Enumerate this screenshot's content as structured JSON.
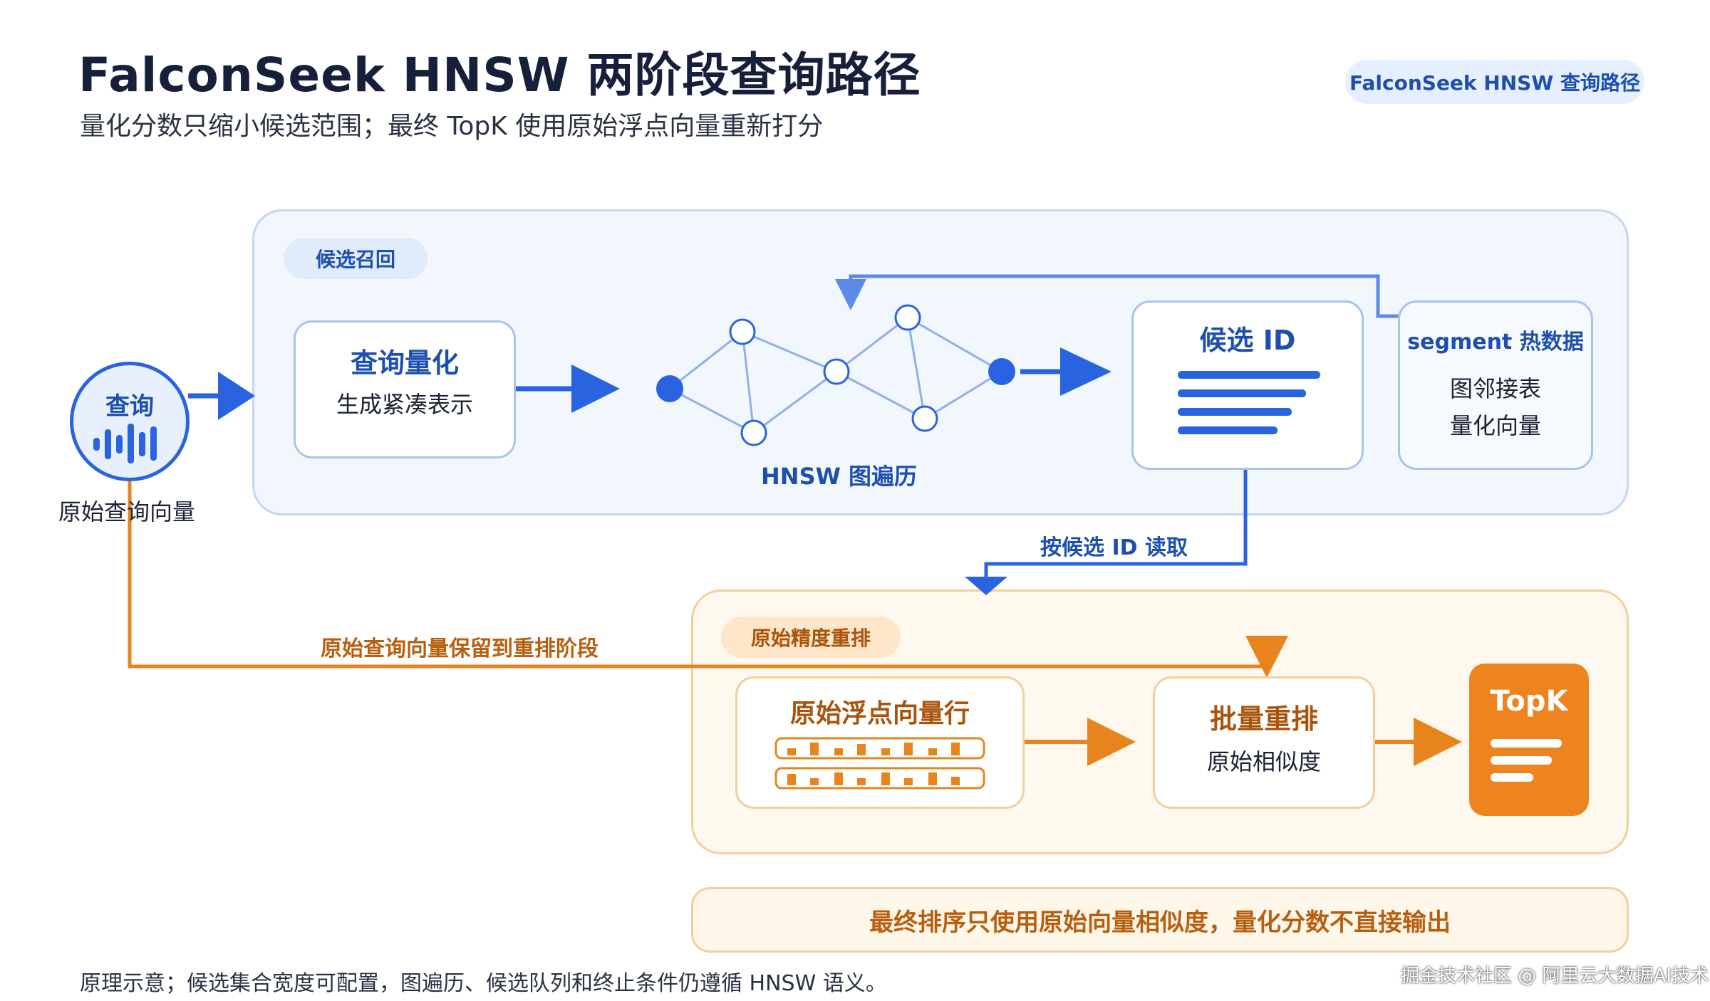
{
  "header": {
    "title": "FalconSeek HNSW 两阶段查询路径",
    "subtitle": "量化分数只缩小候选范围；最终 TopK 使用原始浮点向量重新打分",
    "badge": "FalconSeek HNSW 查询路径"
  },
  "query_node": {
    "title": "查询",
    "caption": "原始查询向量",
    "icon": "waveform-icon"
  },
  "recall_stage": {
    "label": "候选召回",
    "quantize_card": {
      "title": "查询量化",
      "subtitle": "生成紧凑表示"
    },
    "graph_label": "HNSW 图遍历",
    "candidate_card": {
      "title": "候选 ID",
      "icon": "list-lines-icon"
    },
    "segment_card": {
      "title": "segment 热数据",
      "lines": [
        "图邻接表",
        "量化向量"
      ]
    }
  },
  "edge_labels": {
    "read_by_candidate": "按候选 ID 读取",
    "keep_query": "原始查询向量保留到重排阶段"
  },
  "rerank_stage": {
    "label": "原始精度重排",
    "raw_rows_card": {
      "title": "原始浮点向量行",
      "icon": "vector-rows-icon"
    },
    "batch_card": {
      "title": "批量重排",
      "subtitle": "原始相似度"
    },
    "topk_card": {
      "title": "TopK",
      "icon": "result-lines-icon"
    }
  },
  "banner": "最终排序只使用原始向量相似度，量化分数不直接输出",
  "footer_note": "原理示意；候选集合宽度可配置，图遍历、候选队列和终止条件仍遵循 HNSW 语义。",
  "watermark": "掘金技术社区 @ 阿里云大数据AI技术",
  "colors": {
    "blue_accent": "#2a63e0",
    "blue_text": "#1d4fae",
    "orange_accent": "#e8841e",
    "orange_text": "#a9540c"
  }
}
